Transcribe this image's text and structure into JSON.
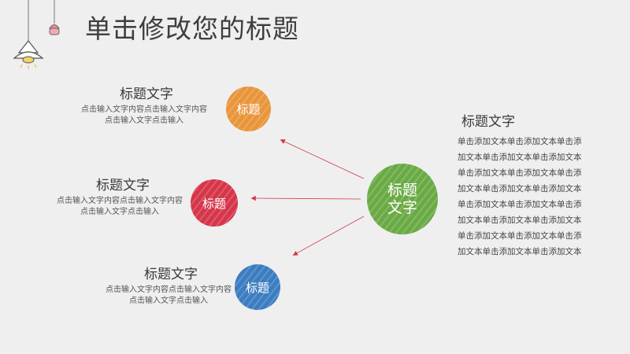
{
  "slide": {
    "title": "单击修改您的标题",
    "center_label": "标题文字",
    "items": [
      {
        "title": "标题文字",
        "desc": "点击输入文字内容点击输入文字内容点击输入文字点击输入",
        "badge": "标题",
        "color": "#e9953a"
      },
      {
        "title": "标题文字",
        "desc": "点击输入文字内容点击输入文字内容点击输入文字点击输入",
        "badge": "标题",
        "color": "#d6364a"
      },
      {
        "title": "标题文字",
        "desc": "点击输入文字内容点击输入文字内容点击输入文字点击输入",
        "badge": "标题",
        "color": "#3b7dc0"
      }
    ],
    "right": {
      "title": "标题文字",
      "body": "单击添加文本单击添加文本单击添加文本单击添加文本单击添加文本单击添加文本单击添加文本单击添加文本单击添加文本单击添加文本单击添加文本单击添加文本单击添加文本单击添加文本单击添加文本单击添加文本单击添加文本单击添加文本单击添加文本单击添加文本"
    },
    "accent_colors": {
      "green": "#6aaa44",
      "arrow": "#d6364a"
    },
    "decor_icons": [
      "hanging-lamp-icon",
      "hanging-bulb-icon"
    ]
  }
}
